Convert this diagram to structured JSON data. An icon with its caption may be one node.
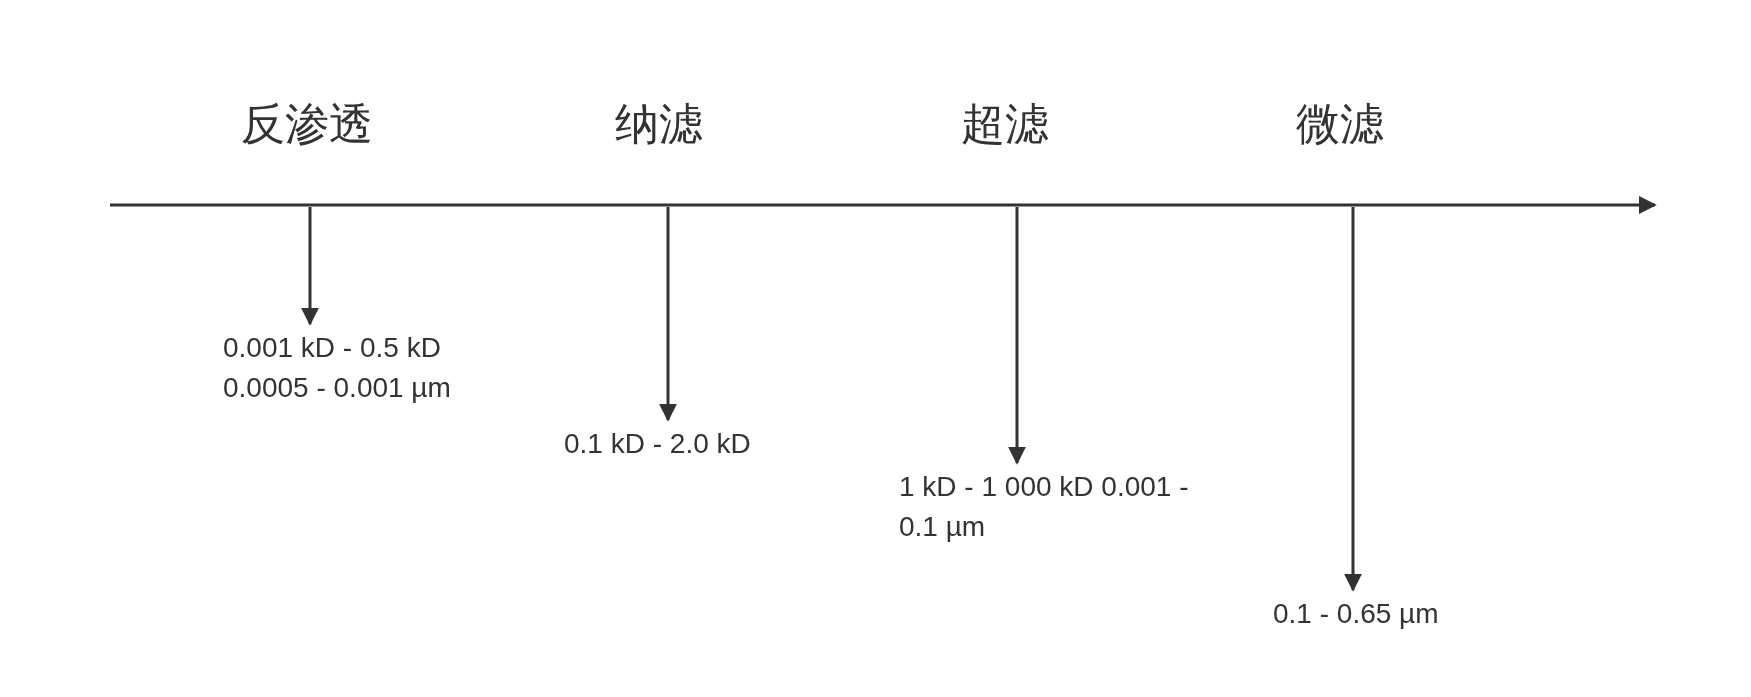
{
  "diagram": {
    "nodes": [
      {
        "text": [
          "0.001 kD - 0.5 kD 0.0005 - 0.001 µm"
        ]
      },
      {
        "text": [
          "0.1 kD - 2.0 kD"
        ]
      },
      {
        "text": [
          "1 kD - 1 000 kD 0.001 - 0.1 µm"
        ]
      },
      {
        "text": [
          "0.1 - 0.65 µm"
        ]
      }
    ],
    "edges": [
      {
        "from": null,
        "to": 0,
        "arrow": "to"
      },
      {
        "from": null,
        "to": 1,
        "arrow": "to"
      },
      {
        "from": null,
        "to": 2,
        "arrow": "to"
      },
      {
        "from": null,
        "to": 3,
        "arrow": "to"
      }
    ],
    "labels": [
      "反渗透",
      "纳滤",
      "超滤",
      "微滤"
    ]
  }
}
